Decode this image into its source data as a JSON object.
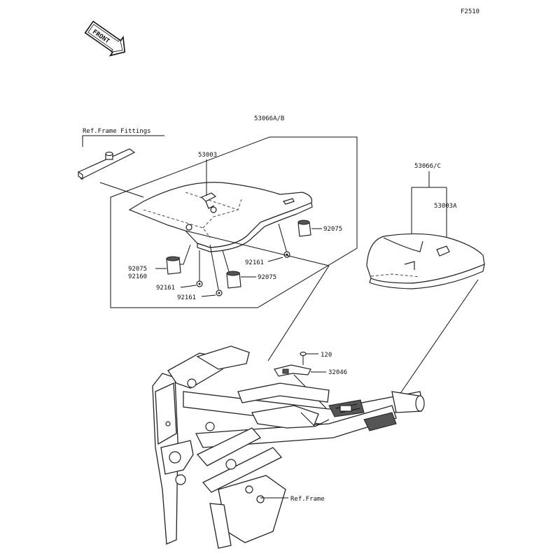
{
  "figure_code": "F2510",
  "front_badge": "FRONT",
  "labels": {
    "ref_frame_fittings": "Ref.Frame Fittings",
    "seat_assy": "53066A/B",
    "seat_cover_front": "53003",
    "stopper_right": "92075",
    "nut_right": "92161",
    "stopper_left": "92075",
    "spacer_left": "92160",
    "nut_left_a": "92161",
    "nut_left_b": "92161",
    "stopper_center": "92075",
    "rear_seat_assy": "53066/C",
    "rear_seat_cover": "53003A",
    "bolt": "120",
    "bracket": "32046",
    "ref_frame": "Ref.Frame"
  }
}
